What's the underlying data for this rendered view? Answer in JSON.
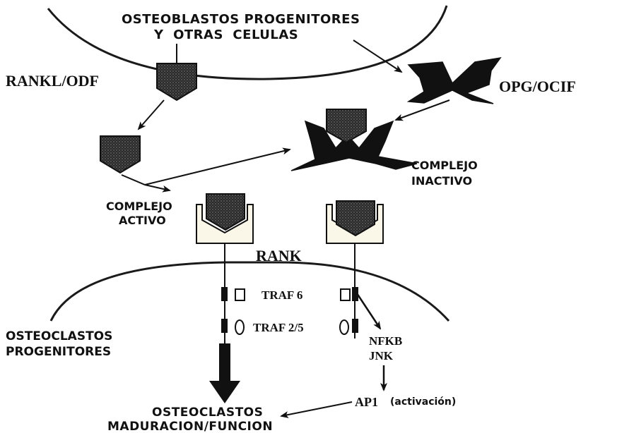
{
  "labels": {
    "osteoblastos_line1": "OSTEOBLASTOS PROGENITORES",
    "osteoblastos_line2": "Y  OTRAS  CELULAS",
    "rankl": "RANKL/ODF",
    "opg": "OPG/OCIF",
    "complejo_inactivo_line1": "COMPLEJO",
    "complejo_inactivo_line2": "INACTIVO",
    "complejo_activo_line1": "COMPLEJO",
    "complejo_activo_line2": "ACTIVO",
    "rank": "RANK",
    "traf6": "TRAF 6",
    "traf25": "TRAF 2/5",
    "osteoclastos_prog_line1": "OSTEOCLASTOS",
    "osteoclastos_prog_line2": "PROGENITORES",
    "nfkb": "NFKB",
    "jnk": "JNK",
    "ap1": "AP1",
    "activacion": "(activación)",
    "osteoclastos_mad_line1": "OSTEOCLASTOS",
    "osteoclastos_mad_line2": "MADURACION/FUNCION"
  },
  "colors": {
    "ink": "#111111",
    "membrane": "#1a1a1a",
    "receptor_fill": "#fbf7e8"
  }
}
